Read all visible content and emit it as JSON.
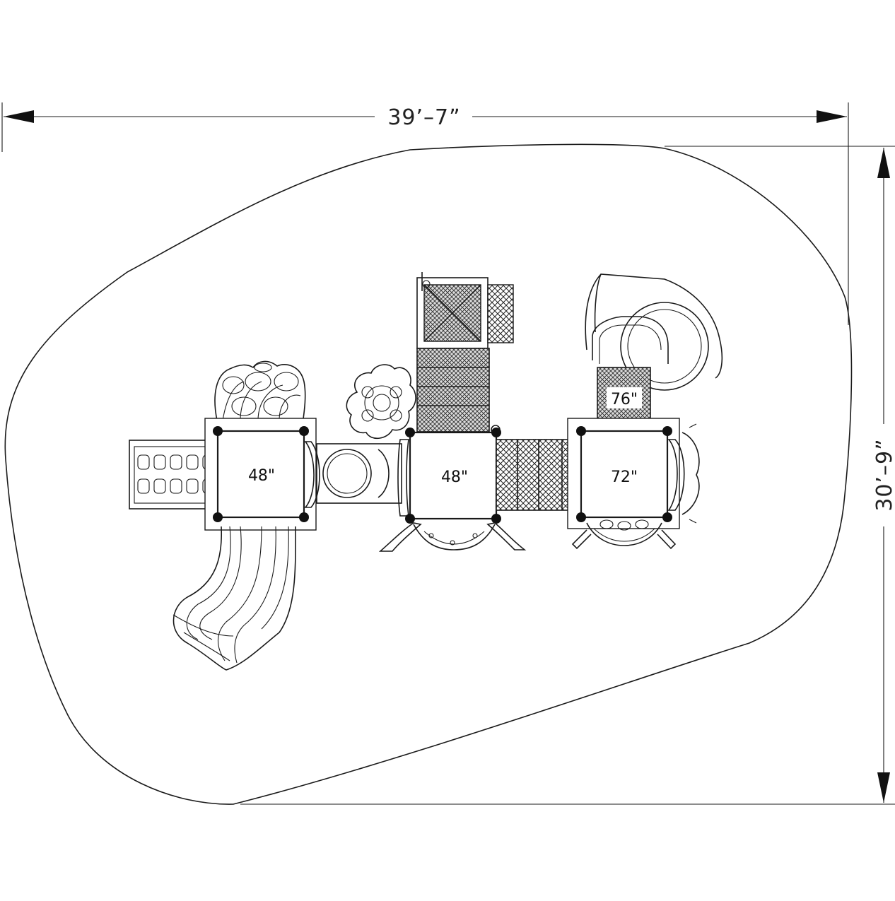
{
  "dimensions": {
    "width_label": "39’–7”",
    "height_label": "30’–9”"
  },
  "decks": [
    {
      "id": "deck-left",
      "label": "48\""
    },
    {
      "id": "deck-center",
      "label": "48\""
    },
    {
      "id": "deck-right",
      "label": "72\""
    },
    {
      "id": "deck-upper",
      "label": "76\""
    }
  ],
  "colors": {
    "line": "#1a1a1a",
    "background": "#ffffff"
  }
}
